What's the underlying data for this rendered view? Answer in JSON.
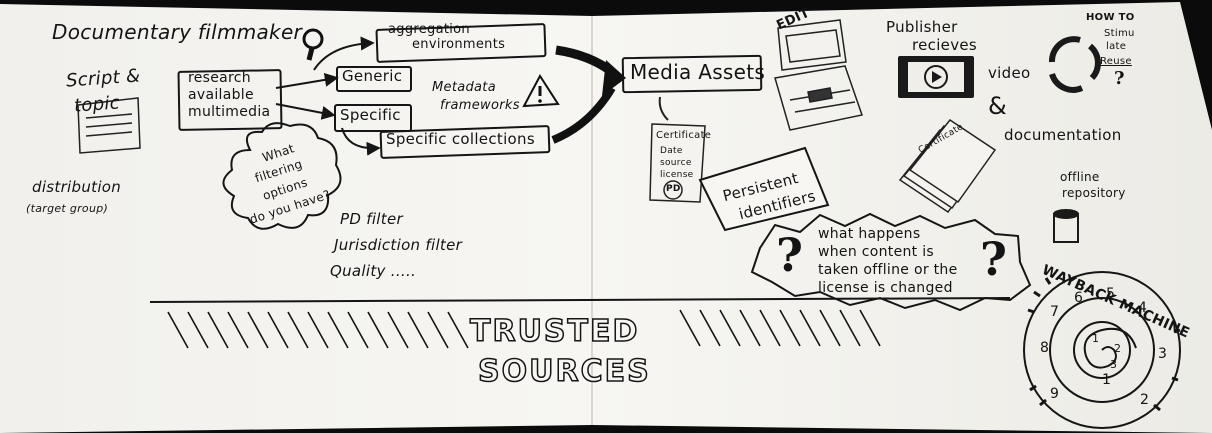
{
  "sketch": {
    "title": "Documentary filmmaker",
    "script_topic": [
      "Script &",
      "topic"
    ],
    "distribution": [
      "distribution",
      "(target group)"
    ],
    "research": [
      "research",
      "available",
      "multimedia"
    ],
    "generic": "Generic",
    "specific": "Specific",
    "aggregation": [
      "aggregation",
      "environments"
    ],
    "metadata": [
      "Metadata",
      "frameworks"
    ],
    "specific_collections": "Specific collections",
    "filtering": [
      "What",
      "filtering",
      "options",
      "do you have?"
    ],
    "filters": [
      "PD filter",
      "Jurisdiction filter",
      "Quality ....."
    ],
    "media_assets": "Media Assets",
    "certificate": [
      "Certificate",
      "Date",
      "source",
      "license"
    ],
    "pd_stamp": "PD",
    "persistent": [
      "Persistent",
      "identifiers"
    ],
    "edit": "EDIT",
    "publisher": [
      "Publisher",
      "recieves"
    ],
    "video": "video",
    "ampersand": "&",
    "documentation": "documentation",
    "certificate_stack": "Certificate",
    "how_to": [
      "HOW TO",
      "Stimu",
      "late",
      "Reuse",
      "?"
    ],
    "offline": [
      "offline",
      "repository"
    ],
    "question": [
      "what happens",
      "when content is",
      "taken offline or the",
      "license is changed"
    ],
    "wayback": "WAYBACK MACHINE",
    "dial_numbers": [
      "8",
      "7",
      "6",
      "5",
      "4",
      "3",
      "2",
      "1",
      "9",
      "1",
      "2",
      "3"
    ],
    "trusted": "TRUSTED",
    "sources": "SOURCES"
  }
}
